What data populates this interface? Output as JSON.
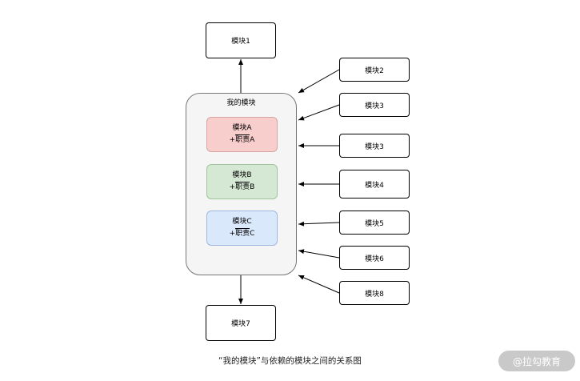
{
  "diagram": {
    "top_module": "模块1",
    "bottom_module": "模块7",
    "container_title": "我的模块",
    "inner_modules": [
      {
        "name": "模块A",
        "duty": "+职责A",
        "fill": "#f8cecc",
        "stroke": "#d6a4a2"
      },
      {
        "name": "模块B",
        "duty": "+职责B",
        "fill": "#d5e8d4",
        "stroke": "#9fc59b"
      },
      {
        "name": "模块C",
        "duty": "+职责C",
        "fill": "#dae8fc",
        "stroke": "#9fb8de"
      }
    ],
    "right_modules": [
      "模块2",
      "模块3",
      "模块3",
      "模块4",
      "模块5",
      "模块6",
      "模块8"
    ],
    "caption": "“我的模块”与依赖的模块之间的关系图"
  },
  "watermark": "@拉勾教育"
}
